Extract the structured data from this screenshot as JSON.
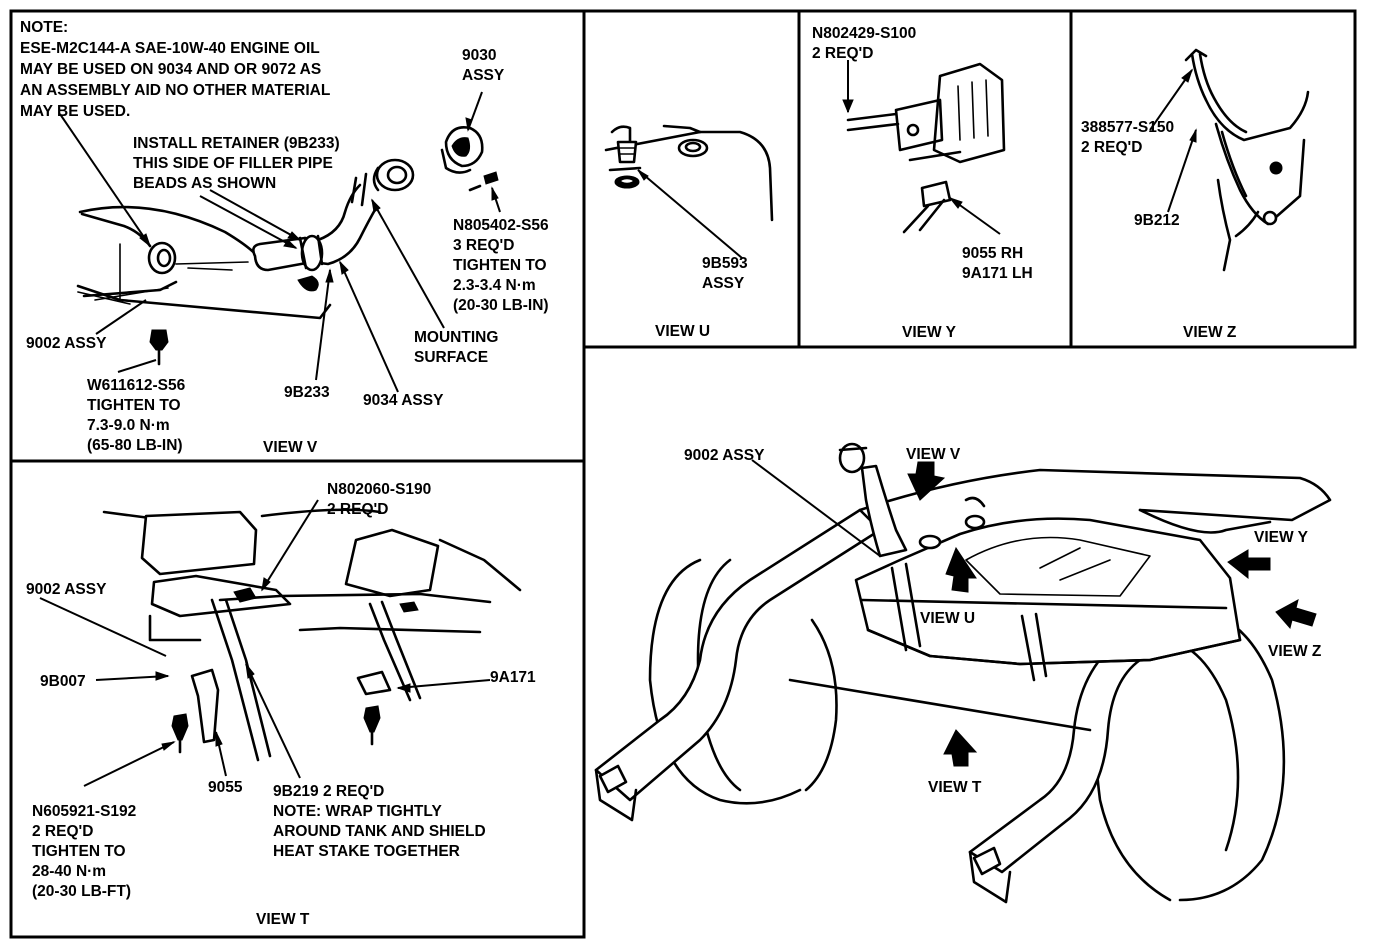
{
  "view_v": {
    "title": "VIEW V",
    "note": [
      "NOTE:",
      "ESE-M2C144-A SAE-10W-40 ENGINE OIL",
      "MAY BE USED ON 9034 AND OR 9072 AS",
      "AN ASSEMBLY AID NO OTHER MATERIAL",
      "MAY BE USED."
    ],
    "retainer": [
      "INSTALL RETAINER (9B233)",
      "THIS SIDE OF FILLER PIPE",
      "BEADS AS SHOWN"
    ],
    "cap": [
      "9030",
      "ASSY"
    ],
    "screw": [
      "N805402-S56",
      "3 REQ'D",
      "TIGHTEN TO",
      "2.3-3.4 N·m",
      "(20-30 LB-IN)"
    ],
    "tank": "9002 ASSY",
    "bolt": [
      "W611612-S56",
      "TIGHTEN TO",
      "7.3-9.0 N·m",
      "(65-80 LB-IN)"
    ],
    "retainer_part": "9B233",
    "pipe": "9034 ASSY",
    "mounting": [
      "MOUNTING",
      "SURFACE"
    ]
  },
  "view_u": {
    "title": "VIEW U",
    "part": [
      "9B593",
      "ASSY"
    ]
  },
  "view_y": {
    "title": "VIEW Y",
    "bolt": [
      "N802429-S100",
      "2 REQ'D"
    ],
    "shield": [
      "9055 RH",
      "9A171 LH"
    ]
  },
  "view_z": {
    "title": "VIEW Z",
    "screw": [
      "388577-S150",
      "2 REQ'D"
    ],
    "part": "9B212"
  },
  "view_t": {
    "title": "VIEW T",
    "nut": [
      "N802060-S190",
      "2 REQ'D"
    ],
    "tank": "9002 ASSY",
    "strap": "9B007",
    "shield_lh": "9A171",
    "bolt": [
      "N605921-S192",
      "2 REQ'D",
      "TIGHTEN TO",
      "28-40 N·m",
      "(20-30 LB-FT)"
    ],
    "shield_rh": "9055",
    "tape": [
      "9B219 2 REQ'D",
      "NOTE: WRAP TIGHTLY",
      "AROUND TANK AND SHIELD",
      "HEAT STAKE TOGETHER"
    ]
  },
  "main": {
    "tank": "9002 ASSY",
    "callouts": {
      "v": "VIEW V",
      "y": "VIEW Y",
      "u": "VIEW U",
      "z": "VIEW Z",
      "t": "VIEW T"
    }
  }
}
